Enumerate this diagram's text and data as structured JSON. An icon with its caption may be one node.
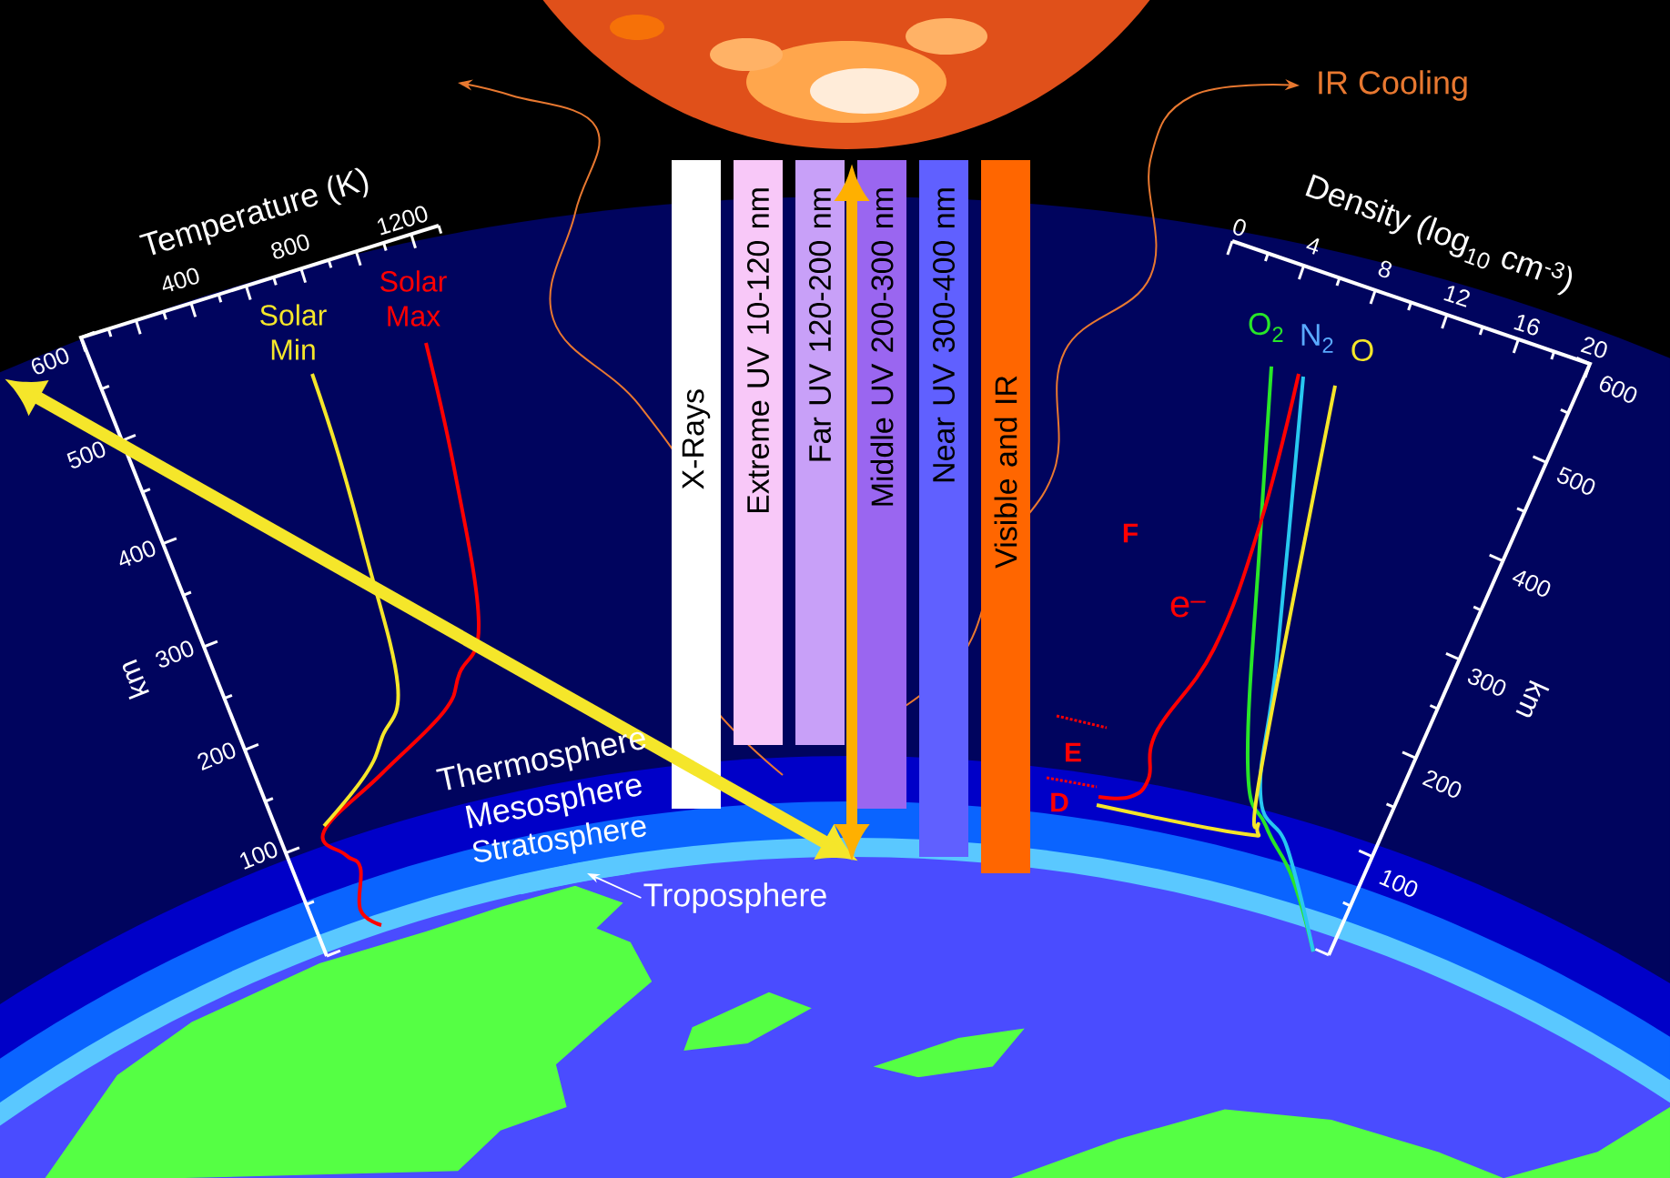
{
  "diagram": {
    "nodes": [
      {
        "text": [
          "X-Rays"
        ]
      },
      {
        "text": [
          "Extreme UV 10-120 nm"
        ]
      },
      {
        "text": [
          "Far UV 120-200 nm"
        ]
      },
      {
        "text": [
          "Middle UV 200-300 nm"
        ]
      },
      {
        "text": [
          "Near UV 300-400 nm"
        ]
      },
      {
        "text": [
          "Visible and IR"
        ]
      },
      {
        "text": [
          "Troposphere"
        ]
      },
      {
        "text": [],
        "shape": "band"
      }
    ],
    "edges": [
      {
        "from": 6,
        "to": 7,
        "arrow": "to"
      }
    ],
    "labels": [
      "IR Cooling",
      "Temperature (K)",
      "400",
      "800",
      "1200",
      "Density (log$_{10}$ cm$^{-3}$)",
      "0",
      "4",
      "8",
      "12",
      "16",
      "20",
      "Solar Min",
      "Solar Max",
      "O$_{2}$",
      "N$_{2}$",
      "O",
      "600",
      "500",
      "400",
      "300",
      "200",
      "100",
      "km",
      "600",
      "500",
      "400",
      "300",
      "200",
      "100",
      "km",
      "F",
      "e$^{–}$",
      "E",
      "D",
      "Thermosphere",
      "Mesosphere",
      "Stratosphere"
    ]
  }
}
